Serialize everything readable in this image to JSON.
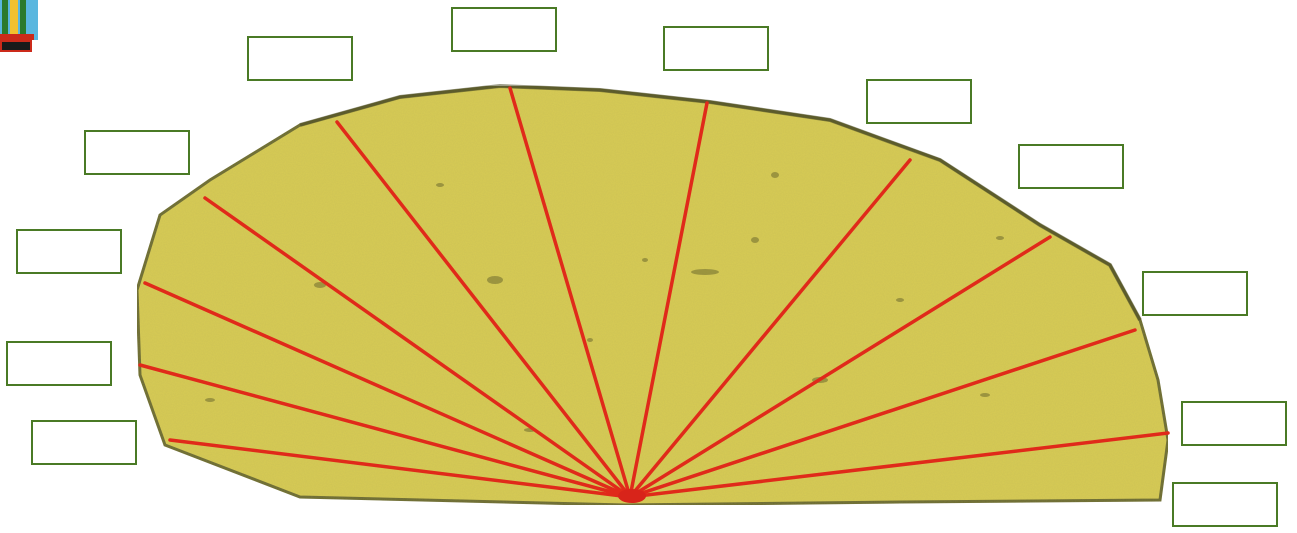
{
  "diagram": {
    "colors": {
      "fan_fill": "#d8cc55",
      "fan_edge": "#5a5a2a",
      "line_color": "#e02a1a",
      "box_border": "#4a7a25"
    },
    "labels": [
      {
        "id": "label-1",
        "text": ""
      },
      {
        "id": "label-2",
        "text": ""
      },
      {
        "id": "label-3",
        "text": ""
      },
      {
        "id": "label-4",
        "text": ""
      },
      {
        "id": "label-5",
        "text": ""
      },
      {
        "id": "label-6",
        "text": ""
      },
      {
        "id": "label-7",
        "text": ""
      },
      {
        "id": "label-8",
        "text": ""
      },
      {
        "id": "label-9",
        "text": ""
      },
      {
        "id": "label-10",
        "text": ""
      },
      {
        "id": "label-11",
        "text": ""
      },
      {
        "id": "label-12",
        "text": ""
      },
      {
        "id": "label-13",
        "text": ""
      }
    ],
    "logo_icon": "pillar-logo-icon"
  }
}
